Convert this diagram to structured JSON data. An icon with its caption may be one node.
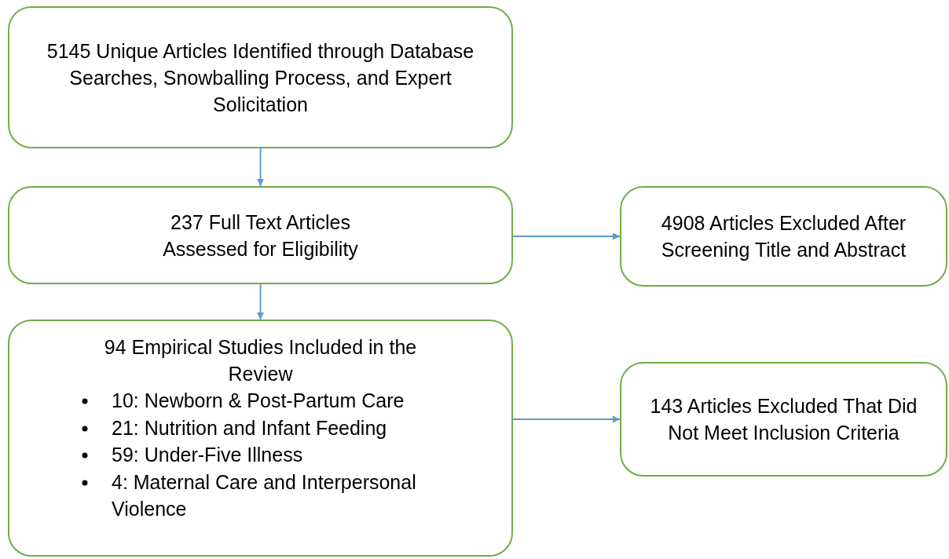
{
  "diagram": {
    "nodes": [
      {
        "text": [
          "5145 Unique Articles Identified through Database Searches, Snowballing Process, and Expert Solicitation"
        ]
      },
      {
        "text": [
          "237 Full Text Articles Assessed for Eligibility"
        ]
      },
      {
        "text": [
          "4908 Articles Excluded After Screening Title and Abstract"
        ]
      },
      {
        "text": [
          "94 Empirical Studies Included in the Review",
          "10: Newborn & Post-Partum Care",
          "21: Nutrition and Infant Feeding",
          "59: Under-Five Illness",
          "4: Maternal Care and Interpersonal Violence"
        ]
      },
      {
        "text": [
          "143 Articles Excluded That Did Not Meet Inclusion Criteria"
        ]
      }
    ],
    "edges": [
      {
        "from": 0,
        "to": 1,
        "arrow": "to"
      },
      {
        "from": 1,
        "to": 2,
        "arrow": "to"
      },
      {
        "from": 1,
        "to": 3,
        "arrow": "to"
      },
      {
        "from": 3,
        "to": 4,
        "arrow": "to"
      }
    ]
  }
}
